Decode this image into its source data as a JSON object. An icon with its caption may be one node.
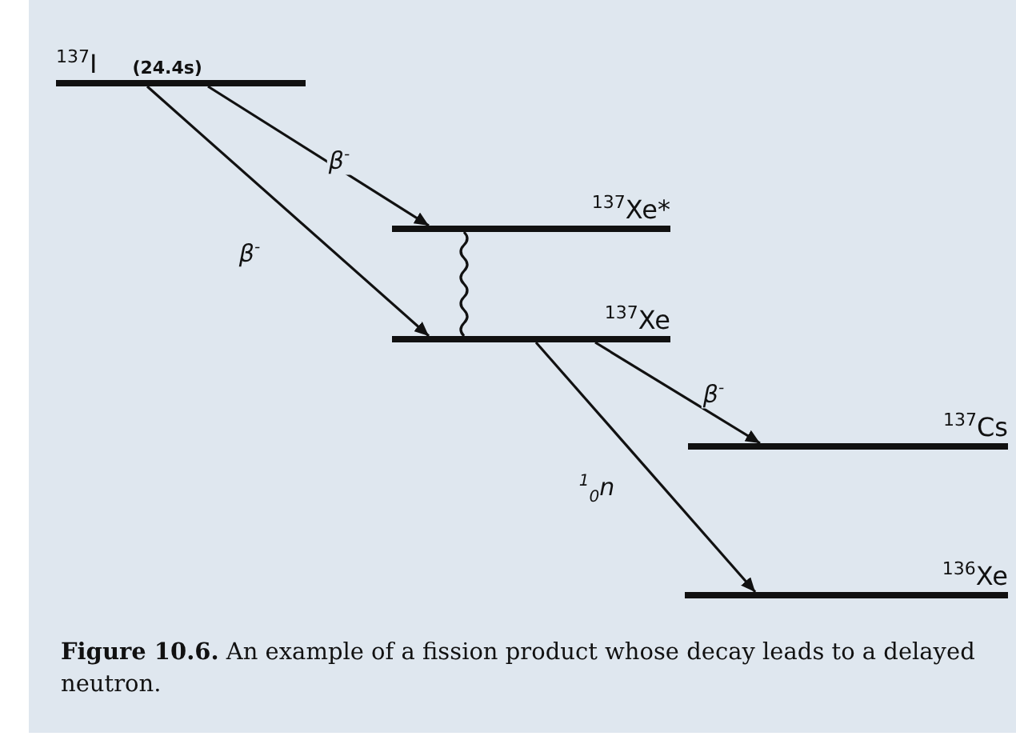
{
  "diagram": {
    "caption": "**Figure 10.6.** An example of a fission product whose decay leads to a delayed neutron.",
    "nodes": [
      {
        "text": [
          "$^{137}$I",
          "(24.4s)"
        ]
      },
      {
        "text": [
          "$^{137}$Xe*"
        ]
      },
      {
        "text": [
          "$^{137}$Xe"
        ]
      },
      {
        "text": [
          "$^{137}$Cs"
        ]
      },
      {
        "text": [
          "$^{136}$Xe"
        ]
      }
    ],
    "edges": [
      {
        "from": 0,
        "to": 1,
        "arrow": "to",
        "label": "β$^{-}$"
      },
      {
        "from": 0,
        "to": 2,
        "arrow": "to",
        "label": "β$^{-}$"
      },
      {
        "from": 1,
        "to": 2,
        "arrow": "none"
      },
      {
        "from": 2,
        "to": 3,
        "arrow": "to",
        "label": "β$^{-}$"
      },
      {
        "from": 2,
        "to": 4,
        "arrow": "to",
        "label": "$^{1}$$_{0}$n"
      }
    ]
  }
}
